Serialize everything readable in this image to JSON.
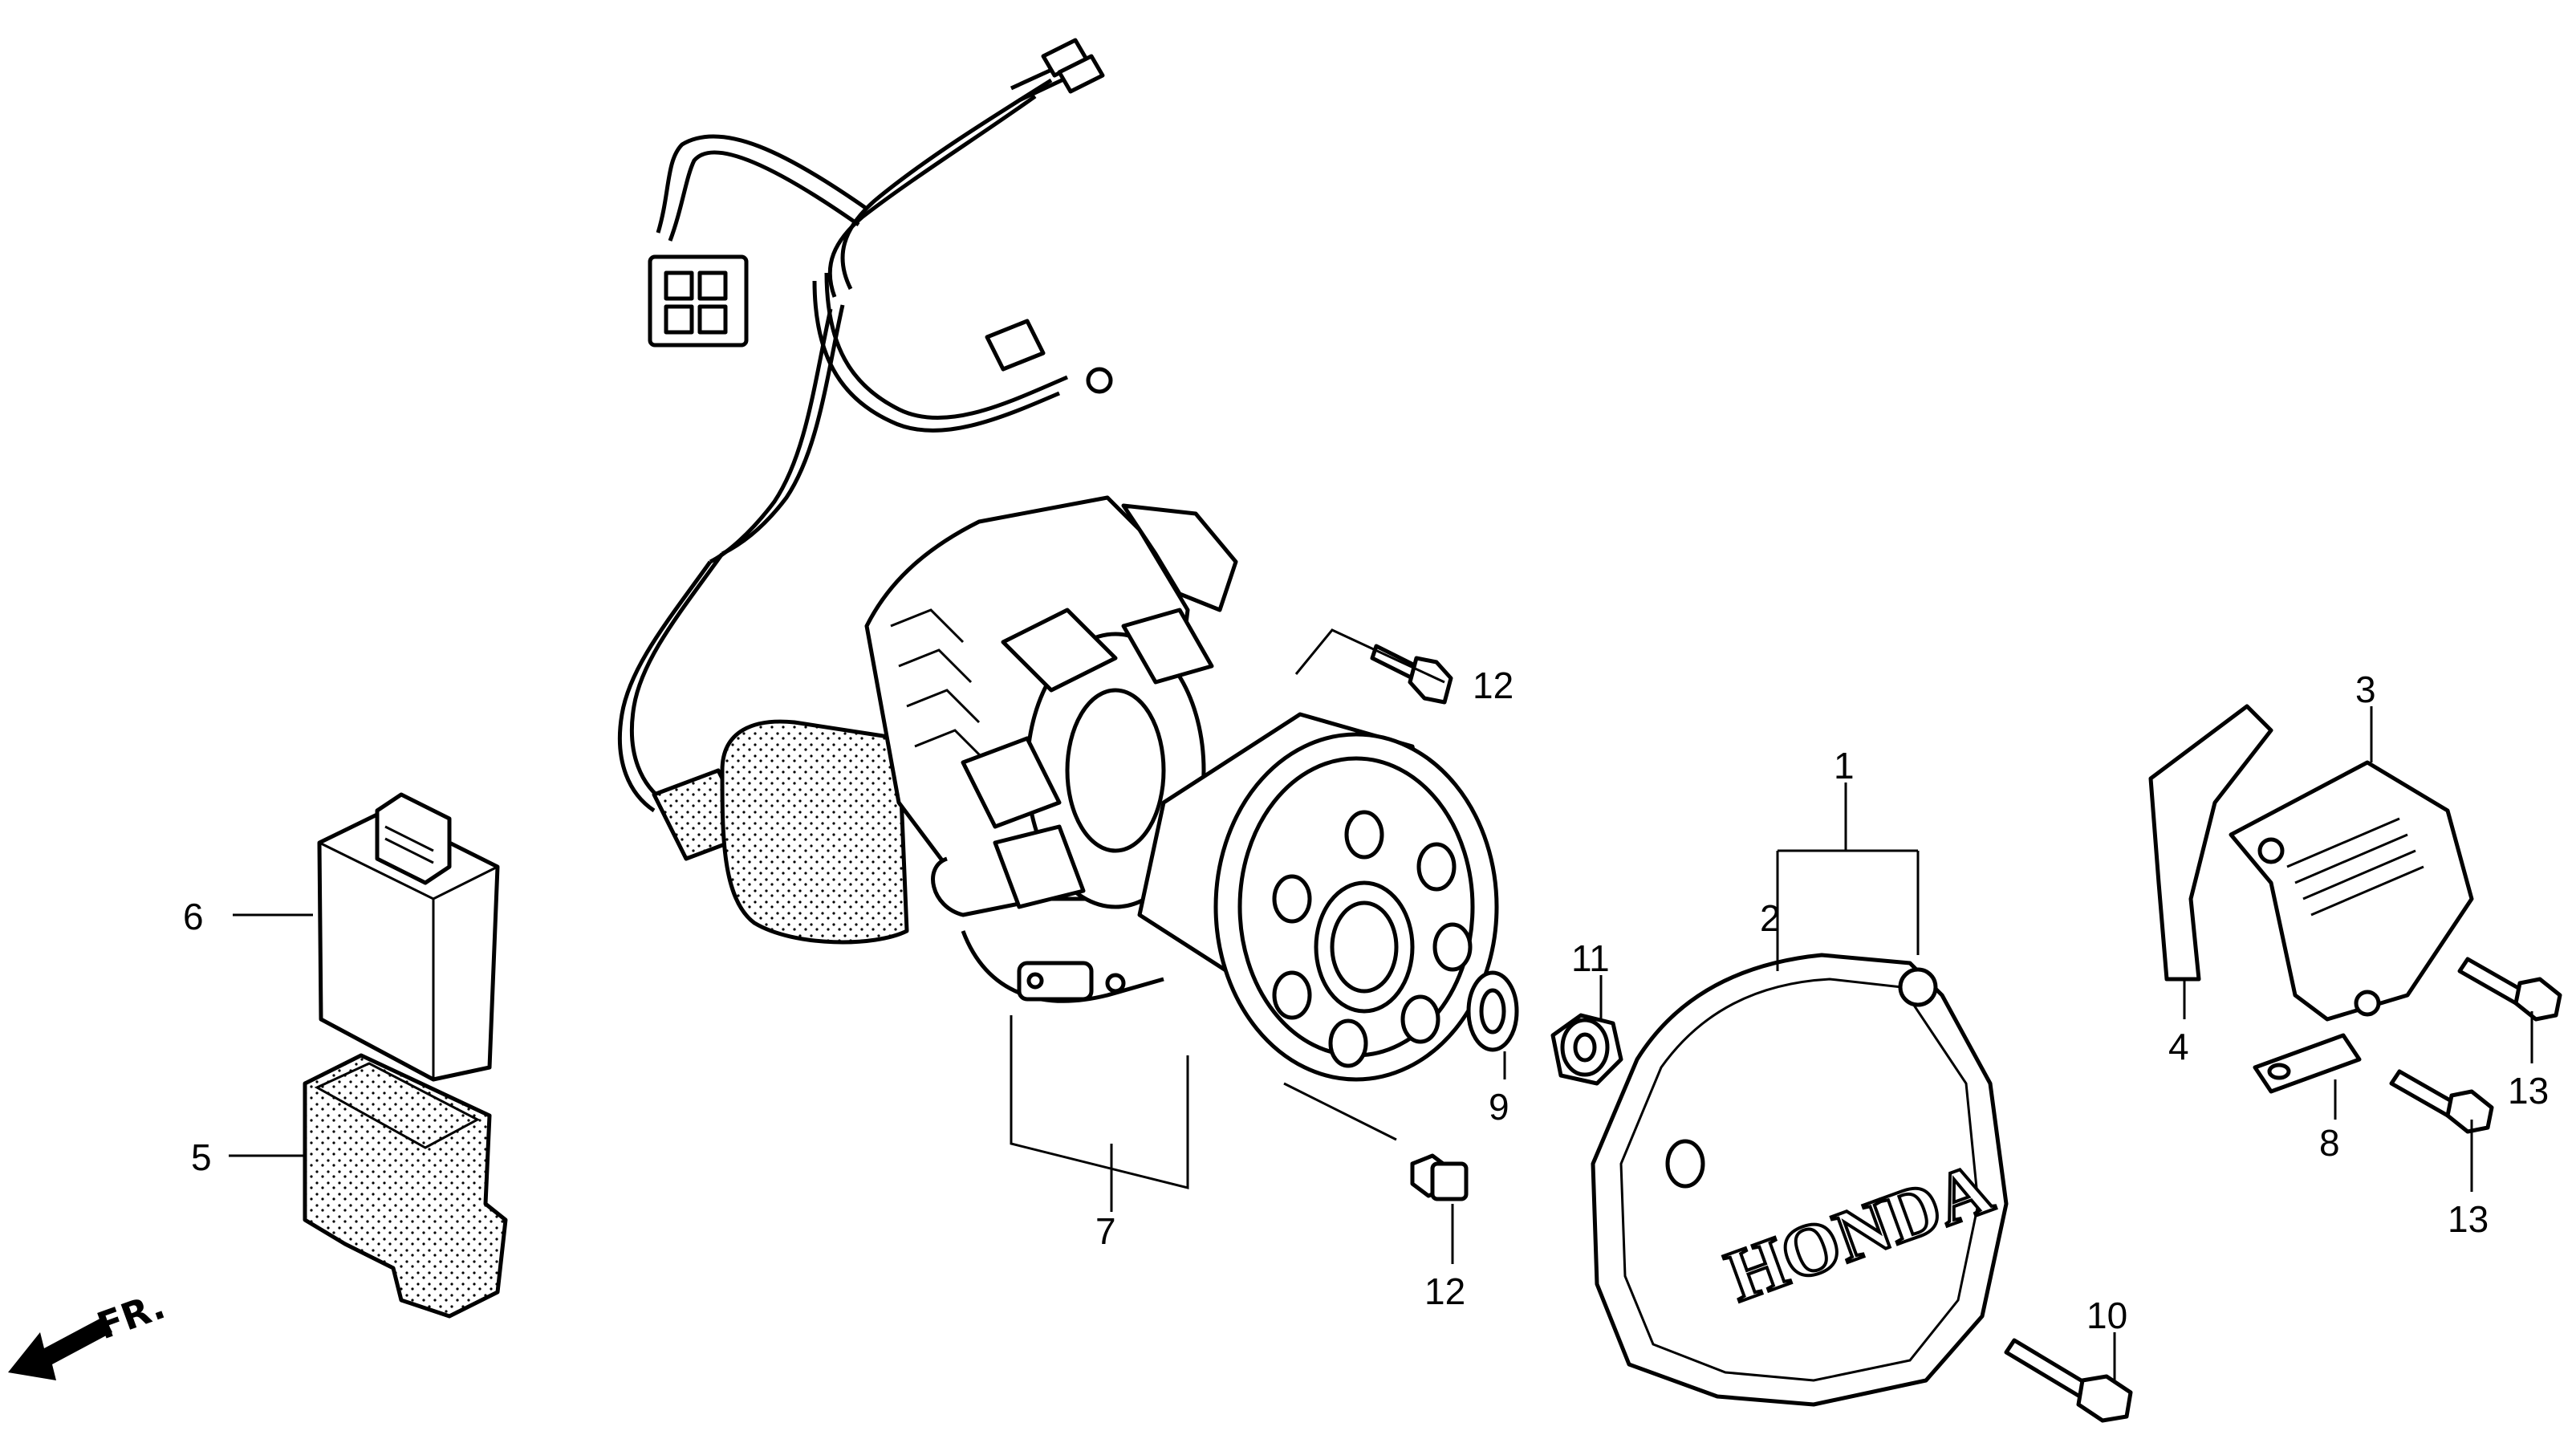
{
  "diagram": {
    "callouts": [
      {
        "id": "1",
        "label": "1"
      },
      {
        "id": "2",
        "label": "2"
      },
      {
        "id": "3",
        "label": "3"
      },
      {
        "id": "4",
        "label": "4"
      },
      {
        "id": "5",
        "label": "5"
      },
      {
        "id": "6",
        "label": "6"
      },
      {
        "id": "7",
        "label": "7"
      },
      {
        "id": "8",
        "label": "8"
      },
      {
        "id": "9",
        "label": "9"
      },
      {
        "id": "10",
        "label": "10"
      },
      {
        "id": "11",
        "label": "11"
      },
      {
        "id": "12a",
        "label": "12"
      },
      {
        "id": "12b",
        "label": "12"
      },
      {
        "id": "13a",
        "label": "13"
      },
      {
        "id": "13b",
        "label": "13"
      }
    ],
    "direction_label": "FR.",
    "cover_brand": "HONDA"
  }
}
